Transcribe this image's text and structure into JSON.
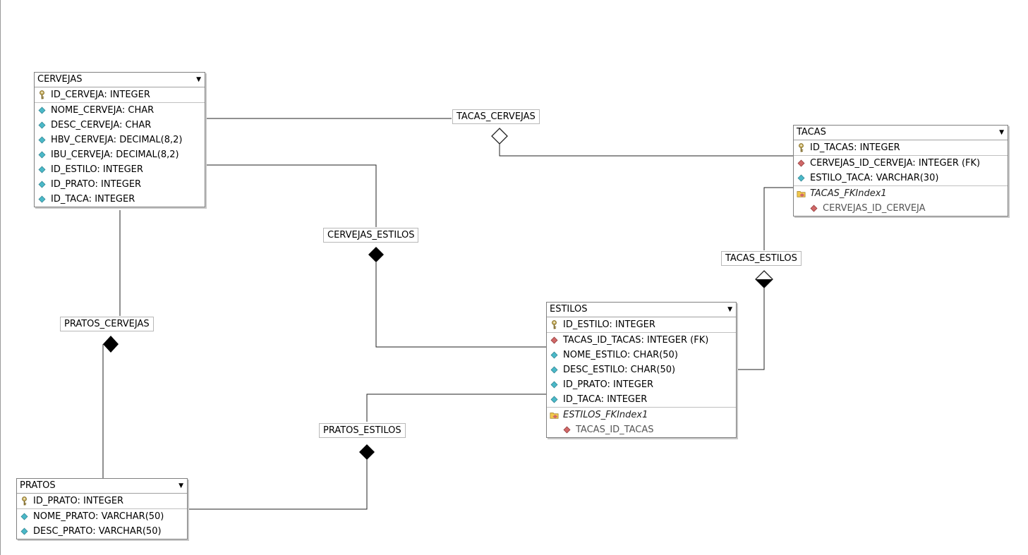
{
  "colors": {
    "line": "#222222",
    "table_border": "#808080",
    "pk_key": "#c8b060",
    "attr_diamond": "#4ab8c8",
    "fk_diamond": "#d06868",
    "index_folder": "#f2c94c"
  },
  "tables": {
    "cervejas": {
      "name": "CERVEJAS",
      "rows": [
        {
          "label": "ID_CERVEJA: INTEGER",
          "icon": "key-icon"
        },
        {
          "label": "NOME_CERVEJA: CHAR",
          "icon": "attribute-icon"
        },
        {
          "label": "DESC_CERVEJA: CHAR",
          "icon": "attribute-icon"
        },
        {
          "label": "HBV_CERVEJA: DECIMAL(8,2)",
          "icon": "attribute-icon"
        },
        {
          "label": "IBU_CERVEJA: DECIMAL(8,2)",
          "icon": "attribute-icon"
        },
        {
          "label": "ID_ESTILO: INTEGER",
          "icon": "attribute-icon"
        },
        {
          "label": "ID_PRATO: INTEGER",
          "icon": "attribute-icon"
        },
        {
          "label": "ID_TACA: INTEGER",
          "icon": "attribute-icon"
        }
      ]
    },
    "tacas": {
      "name": "TACAS",
      "rows": [
        {
          "label": "ID_TACAS: INTEGER",
          "icon": "key-icon"
        },
        {
          "label": "CERVEJAS_ID_CERVEJA: INTEGER (FK)",
          "icon": "foreign-key-icon"
        },
        {
          "label": "ESTILO_TACA: VARCHAR(30)",
          "icon": "attribute-icon"
        }
      ],
      "index": {
        "name": "TACAS_FKIndex1",
        "column": "CERVEJAS_ID_CERVEJA"
      }
    },
    "estilos": {
      "name": "ESTILOS",
      "rows": [
        {
          "label": "ID_ESTILO: INTEGER",
          "icon": "key-icon"
        },
        {
          "label": "TACAS_ID_TACAS: INTEGER (FK)",
          "icon": "foreign-key-icon"
        },
        {
          "label": "NOME_ESTILO: CHAR(50)",
          "icon": "attribute-icon"
        },
        {
          "label": "DESC_ESTILO: CHAR(50)",
          "icon": "attribute-icon"
        },
        {
          "label": "ID_PRATO: INTEGER",
          "icon": "attribute-icon"
        },
        {
          "label": "ID_TACA: INTEGER",
          "icon": "attribute-icon"
        }
      ],
      "index": {
        "name": "ESTILOS_FKIndex1",
        "column": "TACAS_ID_TACAS"
      }
    },
    "pratos": {
      "name": "PRATOS",
      "rows": [
        {
          "label": "ID_PRATO: INTEGER",
          "icon": "key-icon"
        },
        {
          "label": "NOME_PRATO: VARCHAR(50)",
          "icon": "attribute-icon"
        },
        {
          "label": "DESC_PRATO: VARCHAR(50)",
          "icon": "attribute-icon"
        }
      ]
    }
  },
  "relationships": {
    "tacas_cervejas": "TACAS_CERVEJAS",
    "cervejas_estilos": "CERVEJAS_ESTILOS",
    "tacas_estilos": "TACAS_ESTILOS",
    "pratos_cervejas": "PRATOS_CERVEJAS",
    "pratos_estilos": "PRATOS_ESTILOS"
  }
}
